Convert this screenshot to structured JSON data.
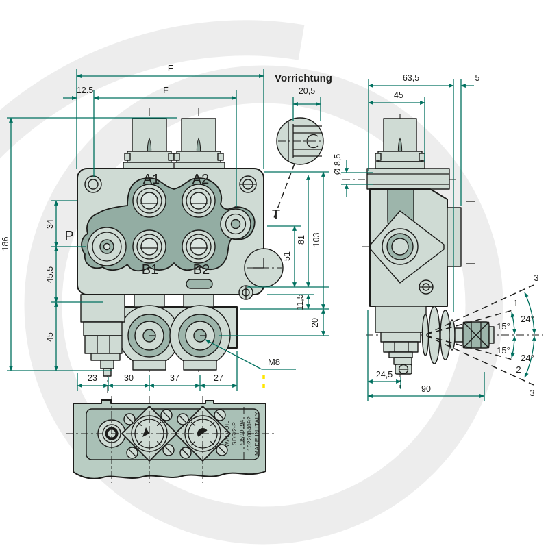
{
  "front_view": {
    "dim_E": "E",
    "dim_F": "F",
    "dim_12_5": "12.5",
    "dim_186": "186",
    "dim_34": "34",
    "dim_45_5": "45.5",
    "dim_45": "45",
    "dim_23": "23",
    "dim_30": "30",
    "dim_37": "37",
    "dim_27": "27",
    "dim_51": "51",
    "dim_81": "81",
    "dim_103": "103",
    "dim_11_5": "11,5",
    "dim_20": "20",
    "port_a1": "A1",
    "port_a2": "A2",
    "port_b1": "B1",
    "port_b2": "B2",
    "port_p": "P",
    "port_t": "T",
    "thread": "M8"
  },
  "detail_view": {
    "label": "Vorrichtung",
    "dim_20_5": "20,5"
  },
  "side_view": {
    "dim_63_5": "63,5",
    "dim_5": "5",
    "dim_45": "45",
    "dim_dia_8_5": "Ø 8,5",
    "dim_24_5": "24,5",
    "dim_90": "90",
    "pos_1": "1",
    "pos_2": "2",
    "pos_3_top": "3",
    "pos_3_bottom": "3",
    "ang_15_top": "15°",
    "ang_15_bottom": "15°",
    "ang_24_top": "24°",
    "ang_24_bottom": "24°"
  },
  "bottom_view": {
    "stamp": [
      "WALVOIL",
      "SD5/2-P",
      "P0590094",
      "1022004092",
      "MADE IN ITALY"
    ]
  },
  "colors": {
    "dimension_line": "#00705f",
    "outline": "#1d1d1b",
    "body_light": "#cfdbd4",
    "body_mid": "#9db5ab",
    "body_dark": "#93ada3",
    "bottom_body": "#b9cdc3",
    "highlight_yellow": "#ffe600",
    "watermark": "#ededed"
  }
}
